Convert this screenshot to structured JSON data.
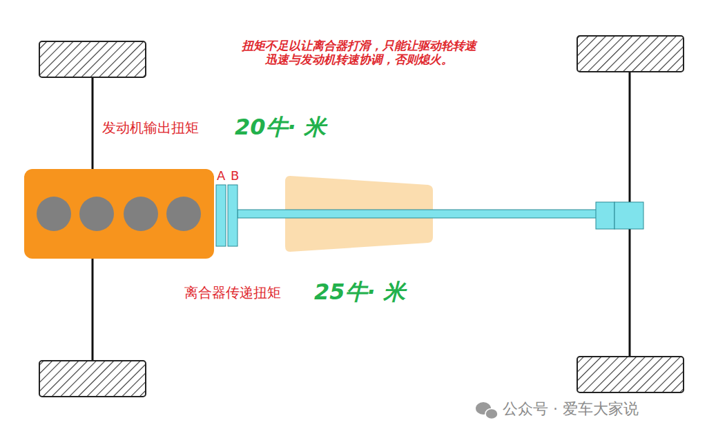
{
  "diagram": {
    "labels": [
      "扭矩不足以让离合器打滑，只能让驱动轮转速 迅速与发动机转速协调，否则熄火。",
      "发动机输出扭矩",
      "20牛· 米",
      "A",
      "B",
      "离合器传递扭矩",
      "25牛· 米",
      "公众号 · 爱车大家说"
    ]
  }
}
